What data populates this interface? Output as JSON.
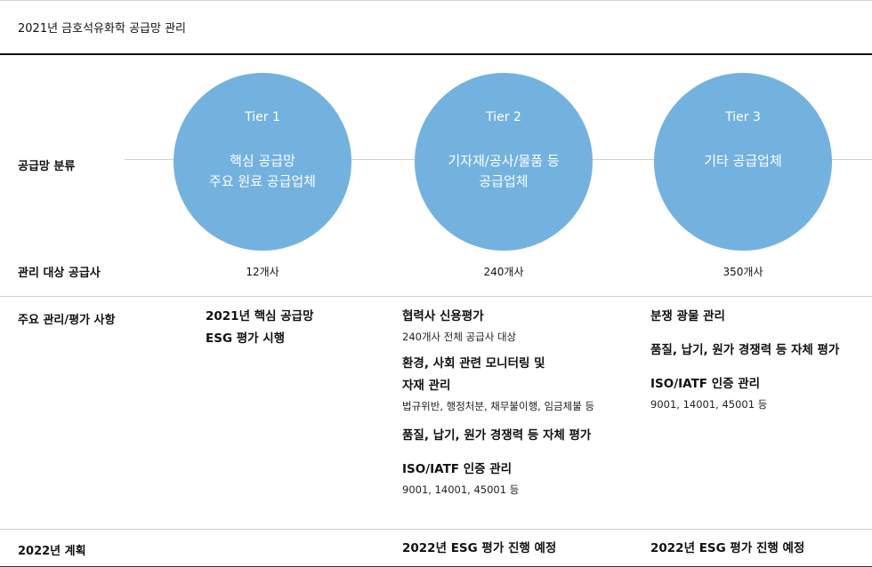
{
  "header": {
    "title": "2021년 금호석유화학 공급망 관리"
  },
  "rows": {
    "classification": "공급망 분류",
    "managed_count": "관리 대상 공급사",
    "main_items": "주요 관리/평가 사항",
    "plan_2022": "2022년 계획"
  },
  "tiers": [
    {
      "name": "Tier 1",
      "desc_line1": "핵심 공급망",
      "desc_line2": "주요 원료 공급업체",
      "count": "12개사"
    },
    {
      "name": "Tier 2",
      "desc_line1": "기자재/공사/물품 등",
      "desc_line2": "공급업체",
      "count": "240개사"
    },
    {
      "name": "Tier 3",
      "desc_line1": "기타 공급업체",
      "desc_line2": "",
      "count": "350개사"
    }
  ],
  "items": {
    "tier1": {
      "h1_line1": "2021년 핵심 공급망",
      "h1_line2": "ESG 평가 시행"
    },
    "tier2": {
      "h1": "협력사 신용평가",
      "s1": "240개사 전체 공급사 대상",
      "h2_line1": "환경, 사회 관련 모니터링 및",
      "h2_line2": "자재 관리",
      "s2": "법규위반, 행정처분, 채무불이행, 임금체불 등",
      "h3": "품질, 납기, 원가 경쟁력 등 자체 평가",
      "h4": "ISO/IATF 인증 관리",
      "s4": "9001, 14001, 45001 등"
    },
    "tier3": {
      "h1": "분쟁 광물 관리",
      "h2": "품질, 납기, 원가 경쟁력 등 자체 평가",
      "h3": "ISO/IATF 인증 관리",
      "s3": "9001, 14001, 45001 등"
    }
  },
  "plan": {
    "tier2": "2022년 ESG 평가 진행 예정",
    "tier3": "2022년 ESG 평가 진행 예정"
  },
  "colors": {
    "circle": "#73b2df",
    "rule": "#111111"
  }
}
